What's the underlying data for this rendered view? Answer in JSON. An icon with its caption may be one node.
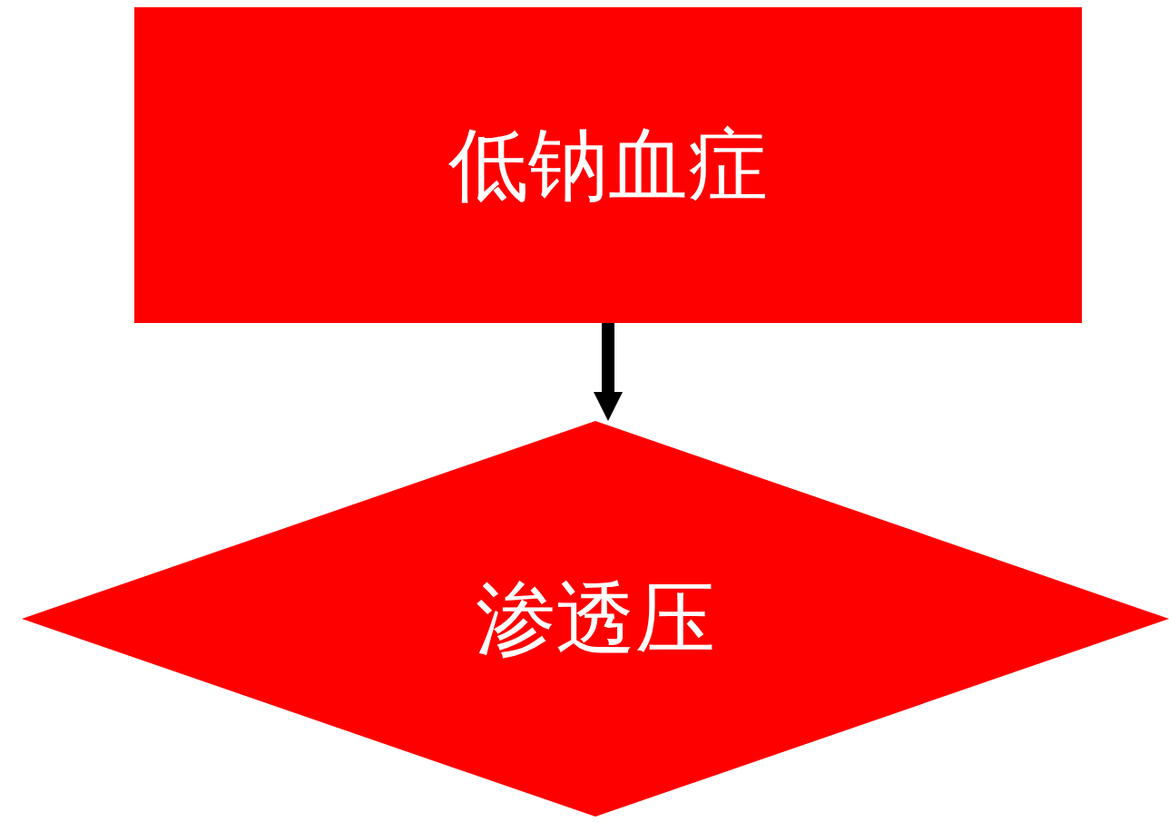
{
  "diagram": {
    "nodes": [
      {
        "text": [
          "低钠血症"
        ]
      },
      {
        "text": [
          "渗透压"
        ]
      }
    ],
    "edges": [
      {
        "from": 0,
        "to": 1,
        "arrow": "to"
      }
    ]
  }
}
